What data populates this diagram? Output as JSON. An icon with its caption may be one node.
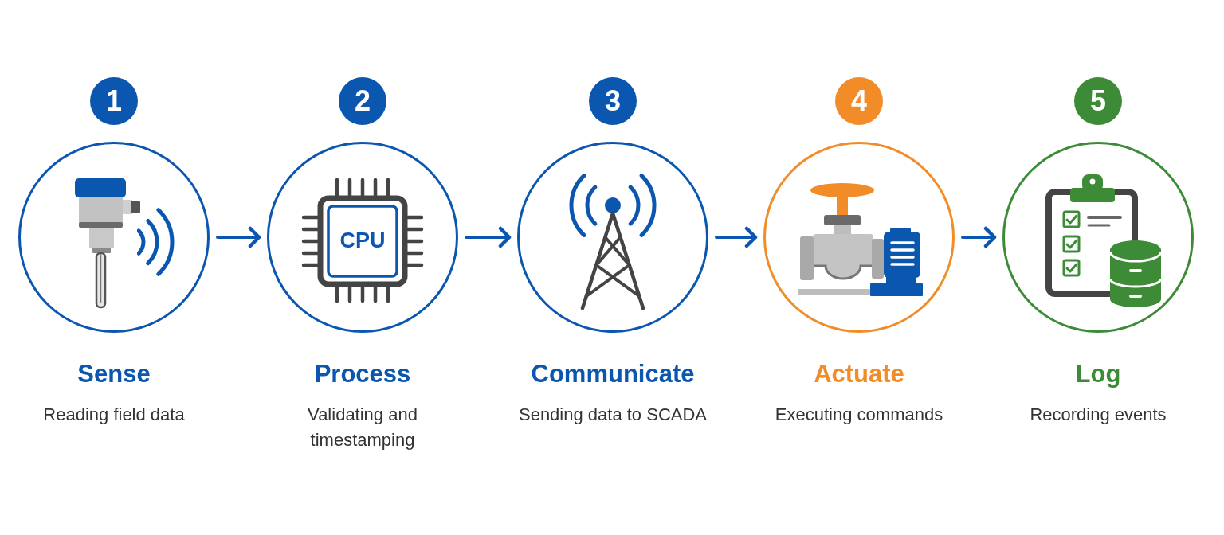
{
  "diagram": {
    "nodes": [
      {
        "text": [
          "1"
        ]
      },
      {
        "text": [
          "Sense",
          "Reading field data"
        ]
      },
      {
        "text": [
          "2"
        ]
      },
      {
        "text": [
          "Process",
          "Validating and timestamping"
        ]
      },
      {
        "text": [
          "CPU"
        ],
        "in": 3
      },
      {
        "text": [
          "3"
        ]
      },
      {
        "text": [
          "Communicate",
          "Sending data to SCADA"
        ]
      },
      {
        "text": [
          "4"
        ]
      },
      {
        "text": [
          "Actuate",
          "Executing commands"
        ]
      },
      {
        "text": [
          "5"
        ]
      },
      {
        "text": [
          "Log",
          "Recording events"
        ]
      }
    ],
    "edges": [
      {
        "from": 1,
        "to": 3,
        "arrow": "to"
      },
      {
        "from": 3,
        "to": 6,
        "arrow": "to"
      },
      {
        "from": 6,
        "to": 8,
        "arrow": "to"
      },
      {
        "from": 8,
        "to": 10,
        "arrow": "to"
      }
    ]
  }
}
